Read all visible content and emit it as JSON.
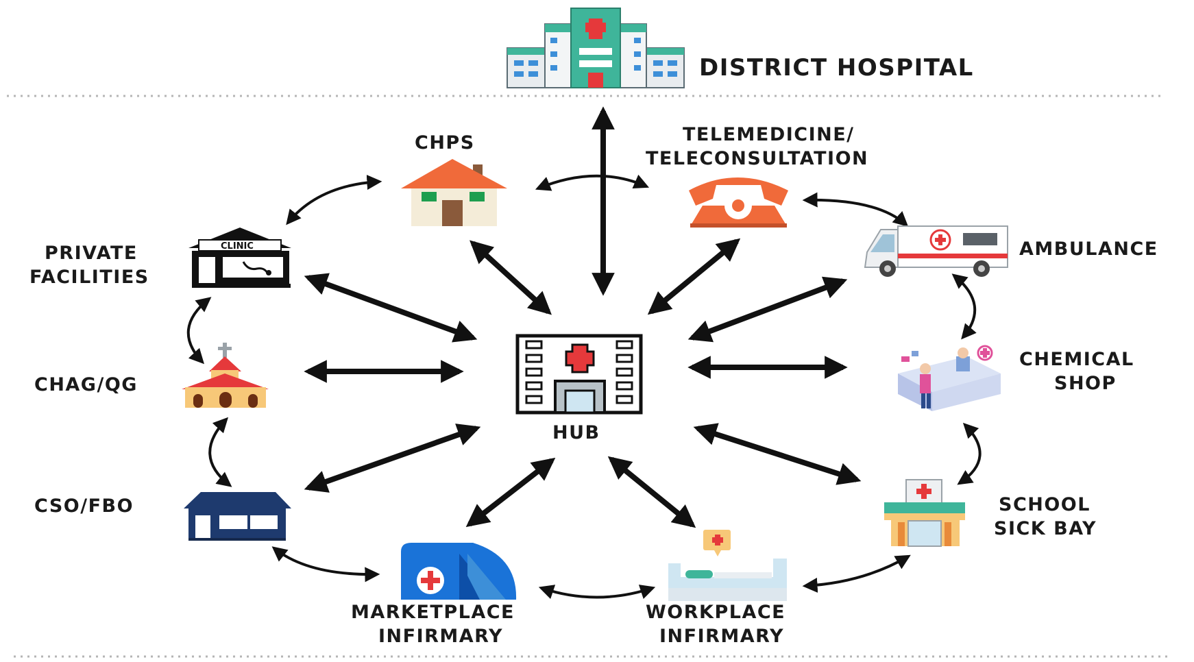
{
  "title": "DISTRICT HOSPITAL",
  "hub": "HUB",
  "nodes": {
    "chps": "CHPS",
    "telemedicine_line1": "TELEMEDICINE/",
    "telemedicine_line2": "TELECONSULTATION",
    "ambulance": "AMBULANCE",
    "private_line1": "PRIVATE",
    "private_line2": "FACILITIES",
    "chag": "CHAG/QG",
    "chemical_line1": "CHEMICAL",
    "chemical_line2": "SHOP",
    "cso": "CSO/FBO",
    "school_line1": "SCHOOL",
    "school_line2": "SICK BAY",
    "marketplace_line1": "MARKETPLACE",
    "marketplace_line2": "INFIRMARY",
    "workplace_line1": "WORKPLACE",
    "workplace_line2": "INFIRMARY"
  },
  "icons": {
    "district": "hospital-building-icon",
    "hub": "hub-hospital-icon",
    "chps": "house-icon",
    "telemedicine": "telephone-icon",
    "ambulance": "ambulance-icon",
    "private": "clinic-icon",
    "clinic_sign": "CLINIC",
    "chag": "church-icon",
    "chemical": "pharmacy-icon",
    "cso": "shop-icon",
    "school": "sick-bay-icon",
    "marketplace": "tent-icon",
    "workplace": "hospital-bed-icon"
  },
  "colors": {
    "arrow": "#111111",
    "divider": "#b5b5b5",
    "teal": "#3fb59a",
    "red": "#e5393b",
    "navy": "#1e3a6e",
    "orange": "#f06a3a",
    "blue": "#1a73d8"
  }
}
